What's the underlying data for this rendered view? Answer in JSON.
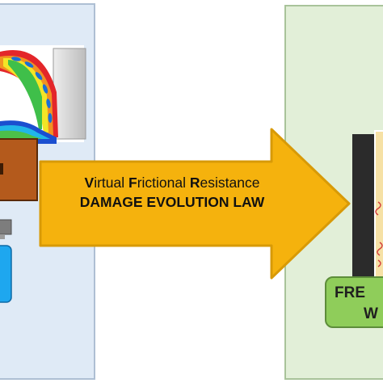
{
  "arrow": {
    "line1_parts": [
      {
        "initial": "V",
        "rest": "irtual "
      },
      {
        "initial": "F",
        "rest": "rictional "
      },
      {
        "initial": "R",
        "rest": "esistance"
      }
    ],
    "line2": "DAMAGE EVOLUTION LAW",
    "fill_color": "#f5b20d",
    "outline_color": "#d89a07"
  },
  "right_panel": {
    "label_line1": "FRE",
    "label_line2": "W",
    "background": "#e2efd8",
    "label_box_color": "#8fcd5a"
  },
  "left_panel": {
    "background": "#dfeaf6",
    "block_color": "#b45a1c",
    "blue_block_color": "#1ea7ef"
  }
}
